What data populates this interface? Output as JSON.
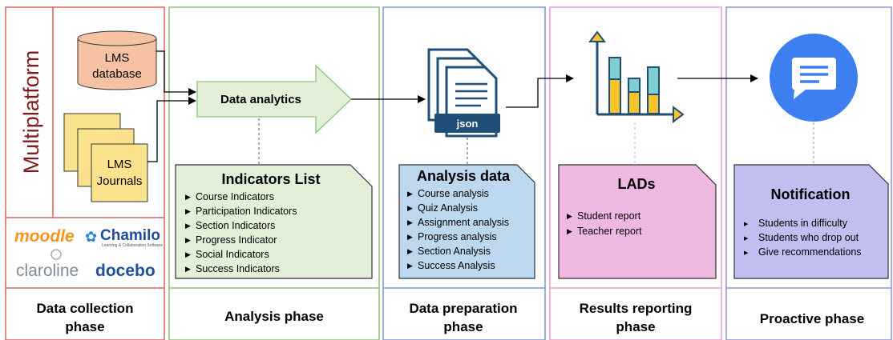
{
  "columns": {
    "collection": {
      "vertical_title": "Multiplatform",
      "db_label_line1": "LMS",
      "db_label_line2": "database",
      "journals_line1": "LMS",
      "journals_line2": "Journals",
      "logos": [
        "moodle",
        "Chamilo",
        "Learning & Collaboration Software",
        "claroline",
        "docebo"
      ],
      "phase_line1": "Data collection",
      "phase_line2": "phase"
    },
    "analysis": {
      "arrow_label": "Data analytics",
      "list_title": "Indicators List",
      "items": [
        "Course Indicators",
        "Participation Indicators",
        "Section Indicators",
        "Progress Indicator",
        "Social Indicators",
        "Success Indicators"
      ],
      "phase": "Analysis phase"
    },
    "preparation": {
      "json_label": "json",
      "list_title": "Analysis data",
      "items": [
        "Course analysis",
        "Quiz Analysis",
        "Assignment analysis",
        "Progress analysis",
        "Section Analysis",
        "Success Analysis"
      ],
      "phase_line1": "Data preparation",
      "phase_line2": "phase"
    },
    "reporting": {
      "list_title": "LADs",
      "items": [
        "Student report",
        "Teacher report"
      ],
      "phase_line1": "Results reporting",
      "phase_line2": "phase"
    },
    "proactive": {
      "list_title": "Notification",
      "items": [
        "Students in difficulty",
        "Students who drop out",
        "Give recommendations"
      ],
      "phase": "Proactive phase"
    }
  },
  "colors": {
    "red_border": "#e06060",
    "green_border": "#8fc27a",
    "blue_border": "#7f95d6",
    "pink_border": "#e89ad8",
    "purple_border": "#8f8fd8",
    "db_fill": "#f6c2a3",
    "journal_fill": "#fbe38d",
    "arrow_fill": "#e2efd9",
    "indicators_fill": "#e2efd9",
    "analysis_fill": "#bdd7ee",
    "lads_fill": "#efb8e0",
    "notification_fill": "#c1bff0",
    "bell_blue": "#3d7ff0",
    "bar_yellow": "#f7c52b",
    "bar_teal": "#7fcfd0",
    "json_navy": "#1f4e79",
    "title_dark_red": "#7f1d1d"
  }
}
